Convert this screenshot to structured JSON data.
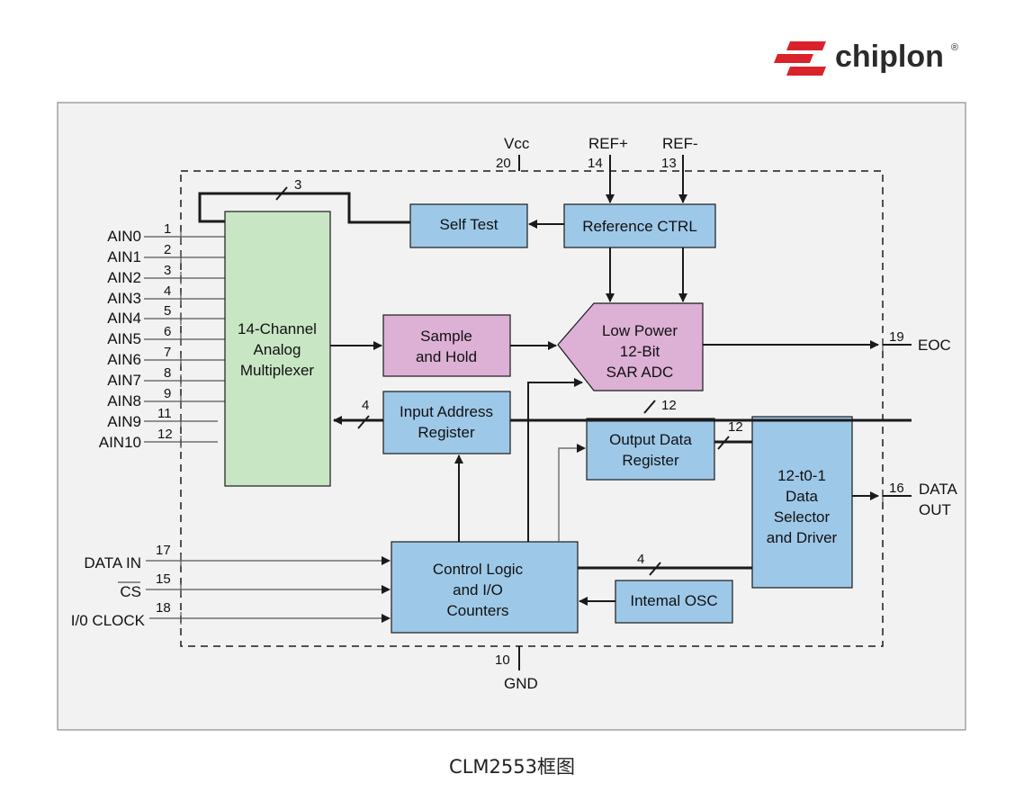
{
  "brand": {
    "name": "chiplon",
    "registered_mark": "®",
    "colors": {
      "logo_red": "#d9232b",
      "text": "#2b2b2b"
    }
  },
  "caption": "CLM2553框图",
  "colors": {
    "block_blue": "#9ec8e8",
    "block_green": "#c8e6c4",
    "block_pink": "#ddb0d6",
    "panel_bg": "#f2f2f2",
    "stroke": "#1a1a1a"
  },
  "blocks": {
    "mux": [
      "14-Channel",
      "Analog",
      "Multiplexer"
    ],
    "self_test": "Self Test",
    "ref_ctrl": "Reference CTRL",
    "sample_hold": [
      "Sample",
      "and Hold"
    ],
    "adc": [
      "Low Power",
      "12-Bit",
      "SAR ADC"
    ],
    "input_addr": [
      "Input Address",
      "Register"
    ],
    "output_data": [
      "Output Data",
      "Register"
    ],
    "selector": [
      "12-t0-1",
      "Data",
      "Selector",
      "and Driver"
    ],
    "control": [
      "Control Logic",
      "and I/O",
      "Counters"
    ],
    "osc": "Intemal OSC"
  },
  "analog_inputs": [
    {
      "name": "AIN0",
      "pin": "1"
    },
    {
      "name": "AIN1",
      "pin": "2"
    },
    {
      "name": "AIN2",
      "pin": "3"
    },
    {
      "name": "AIN3",
      "pin": "4"
    },
    {
      "name": "AIN4",
      "pin": "5"
    },
    {
      "name": "AIN5",
      "pin": "6"
    },
    {
      "name": "AIN6",
      "pin": "7"
    },
    {
      "name": "AIN7",
      "pin": "8"
    },
    {
      "name": "AIN8",
      "pin": "9"
    },
    {
      "name": "AIN9",
      "pin": "11"
    },
    {
      "name": "AIN10",
      "pin": "12"
    }
  ],
  "control_inputs": [
    {
      "name": "DATA IN",
      "pin": "17"
    },
    {
      "name": "CS",
      "pin": "15"
    },
    {
      "name": "I/0 CLOCK",
      "pin": "18"
    }
  ],
  "supply_pins": {
    "vcc": {
      "name": "Vcc",
      "pin": "20"
    },
    "ref_plus": {
      "name": "REF+",
      "pin": "14"
    },
    "ref_minus": {
      "name": "REF-",
      "pin": "13"
    },
    "gnd": {
      "name": "GND",
      "pin": "10"
    }
  },
  "outputs": {
    "eoc": {
      "name": "EOC",
      "pin": "19"
    },
    "data_out": {
      "name": [
        "DATA",
        "OUT"
      ],
      "pin": "16"
    }
  },
  "bus_widths": {
    "self_test_loop": "3",
    "address": "4",
    "adc_out": "12",
    "output_reg": "12",
    "control": "4"
  }
}
